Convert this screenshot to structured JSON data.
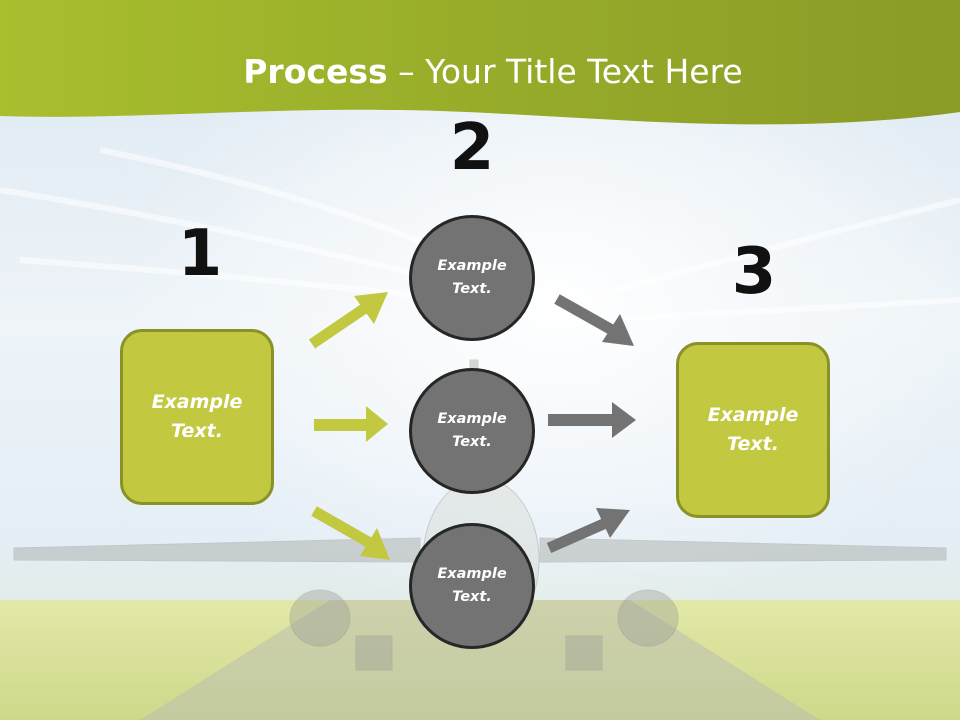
{
  "title": {
    "bold": "Process",
    "rest": " – Your Title Text Here"
  },
  "steps": [
    "1",
    "2",
    "3"
  ],
  "left_box": {
    "text": "Example\nText."
  },
  "right_box": {
    "text": "Example\nText."
  },
  "circles": [
    {
      "text": "Example\nText."
    },
    {
      "text": "Example\nText."
    },
    {
      "text": "Example\nText."
    }
  ],
  "colors": {
    "accent_green": "#c2c840",
    "box_border": "#8a9126",
    "circle_fill": "#737373",
    "arrow_grey": "#737373",
    "header_green": "#9aaa2a"
  }
}
